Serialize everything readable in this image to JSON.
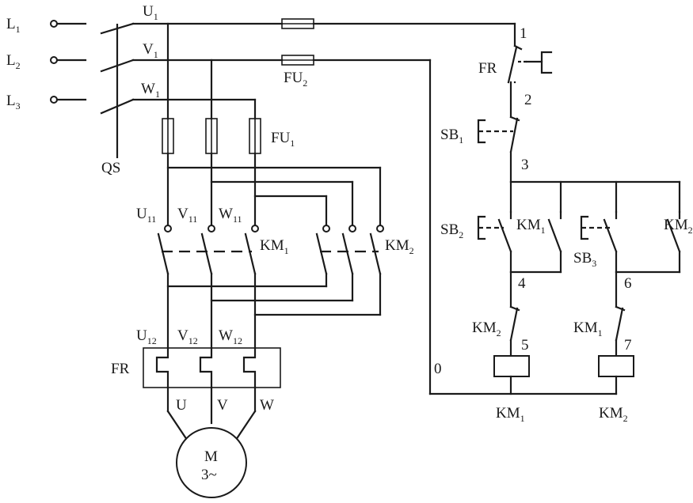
{
  "lines": {
    "L1": {
      "main": "L",
      "sub": "1"
    },
    "L2": {
      "main": "L",
      "sub": "2"
    },
    "L3": {
      "main": "L",
      "sub": "3"
    }
  },
  "nodes": {
    "U1": {
      "main": "U",
      "sub": "1"
    },
    "V1": {
      "main": "V",
      "sub": "1"
    },
    "W1": {
      "main": "W",
      "sub": "1"
    },
    "U11": {
      "main": "U",
      "sub": "11"
    },
    "V11": {
      "main": "V",
      "sub": "11"
    },
    "W11": {
      "main": "W",
      "sub": "11"
    },
    "U12": {
      "main": "U",
      "sub": "12"
    },
    "V12": {
      "main": "V",
      "sub": "12"
    },
    "W12": {
      "main": "W",
      "sub": "12"
    },
    "U": "U",
    "V": "V",
    "W": "W"
  },
  "components": {
    "QS": "QS",
    "FU1": {
      "main": "FU",
      "sub": "1"
    },
    "FU2": {
      "main": "FU",
      "sub": "2"
    },
    "KM1_main": {
      "main": "KM",
      "sub": "1"
    },
    "KM2_main": {
      "main": "KM",
      "sub": "2"
    },
    "FR_main": "FR",
    "FR_ctrl": "FR",
    "motor_label": "M",
    "motor_type": "3~",
    "SB1": {
      "main": "SB",
      "sub": "1"
    },
    "SB2": {
      "main": "SB",
      "sub": "2"
    },
    "SB3": {
      "main": "SB",
      "sub": "3"
    },
    "KM1_hold": {
      "main": "KM",
      "sub": "1"
    },
    "KM2_hold": {
      "main": "KM",
      "sub": "2"
    },
    "KM2_interlock": {
      "main": "KM",
      "sub": "2"
    },
    "KM1_interlock": {
      "main": "KM",
      "sub": "1"
    },
    "KM1_coil": {
      "main": "KM",
      "sub": "1"
    },
    "KM2_coil": {
      "main": "KM",
      "sub": "2"
    }
  },
  "wire_numbers": [
    "1",
    "2",
    "3",
    "4",
    "5",
    "6",
    "7",
    "0"
  ]
}
